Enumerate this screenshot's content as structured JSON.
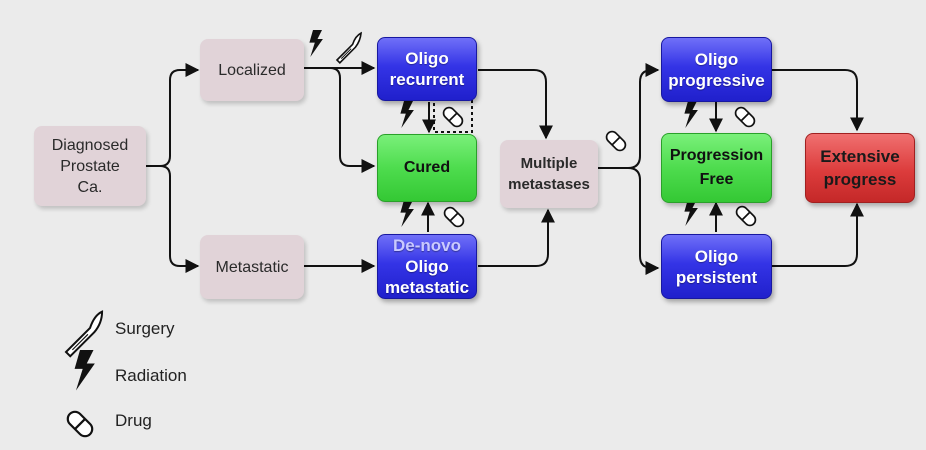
{
  "nodes": {
    "diagnosed": "Diagnosed\nProstate\nCa.",
    "localized": "Localized",
    "metastatic": "Metastatic",
    "oligo_recurrent": "Oligo\nrecurrent",
    "cured": "Cured",
    "denovo_prefix": "De-novo",
    "denovo_rest": "Oligo\nmetastatic",
    "multiple_metastases": "Multiple\nmetastases",
    "oligo_progressive": "Oligo\nprogressive",
    "progression_free": "Progression\nFree",
    "oligo_persistent": "Oligo\npersistent",
    "extensive_progress": "Extensive\nprogress"
  },
  "legend": {
    "surgery": "Surgery",
    "radiation": "Radiation",
    "drug": "Drug"
  },
  "colors": {
    "pink_node": "#e1d3d8",
    "blue_node": "#3434e6",
    "green_node": "#4edc4e",
    "red_node": "#dc3c3c",
    "line": "#111111"
  },
  "icons": [
    "scalpel-icon",
    "lightning-icon",
    "pill-icon"
  ]
}
